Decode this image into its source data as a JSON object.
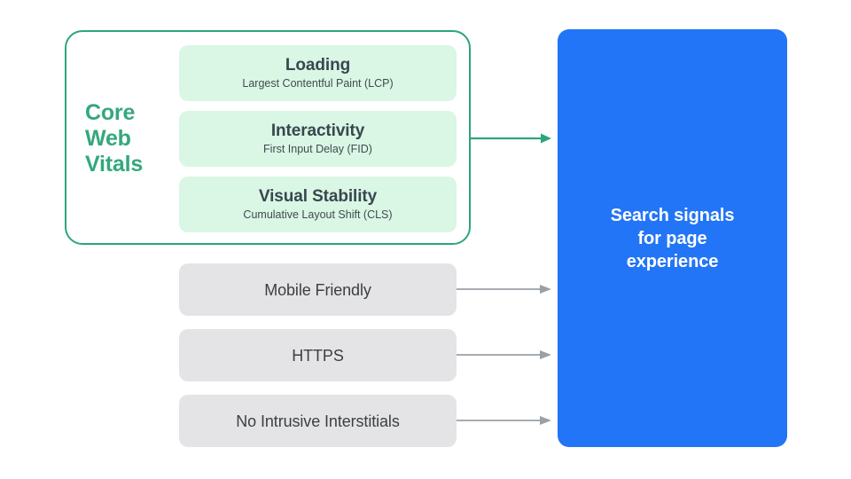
{
  "diagram": {
    "title": "Search signals for page experience",
    "colors": {
      "accent_blue": "#2275F6",
      "accent_green": "#34A87C",
      "border_green": "#2EA47C",
      "mint_fill": "#DAF6E4",
      "gray_fill": "#E4E4E6",
      "text_dark": "#3C4043",
      "arrow_gray": "#9AA0A6",
      "background": "#FFFFFF"
    }
  },
  "core_web_vitals": {
    "group_label": "Core\nWeb\nVitals",
    "group_label_lines": [
      "Core",
      "Web",
      "Vitals"
    ],
    "cards": [
      {
        "title": "Loading",
        "subtitle": "Largest Contentful Paint (LCP)"
      },
      {
        "title": "Interactivity",
        "subtitle": "First Input Delay (FID)"
      },
      {
        "title": "Visual Stability",
        "subtitle": "Cumulative Layout Shift (CLS)"
      }
    ]
  },
  "other_signals": [
    {
      "label": "Mobile Friendly"
    },
    {
      "label": "HTTPS"
    },
    {
      "label": "No Intrusive Interstitials"
    }
  ],
  "output_panel": {
    "text": "Search signals\nfor page\nexperience",
    "lines": [
      "Search signals",
      "for page",
      "experience"
    ]
  },
  "arrows": {
    "core_web_vitals_arrow": "arrow-right-green",
    "signal_arrows": [
      "arrow-right-gray",
      "arrow-right-gray",
      "arrow-right-gray"
    ]
  }
}
